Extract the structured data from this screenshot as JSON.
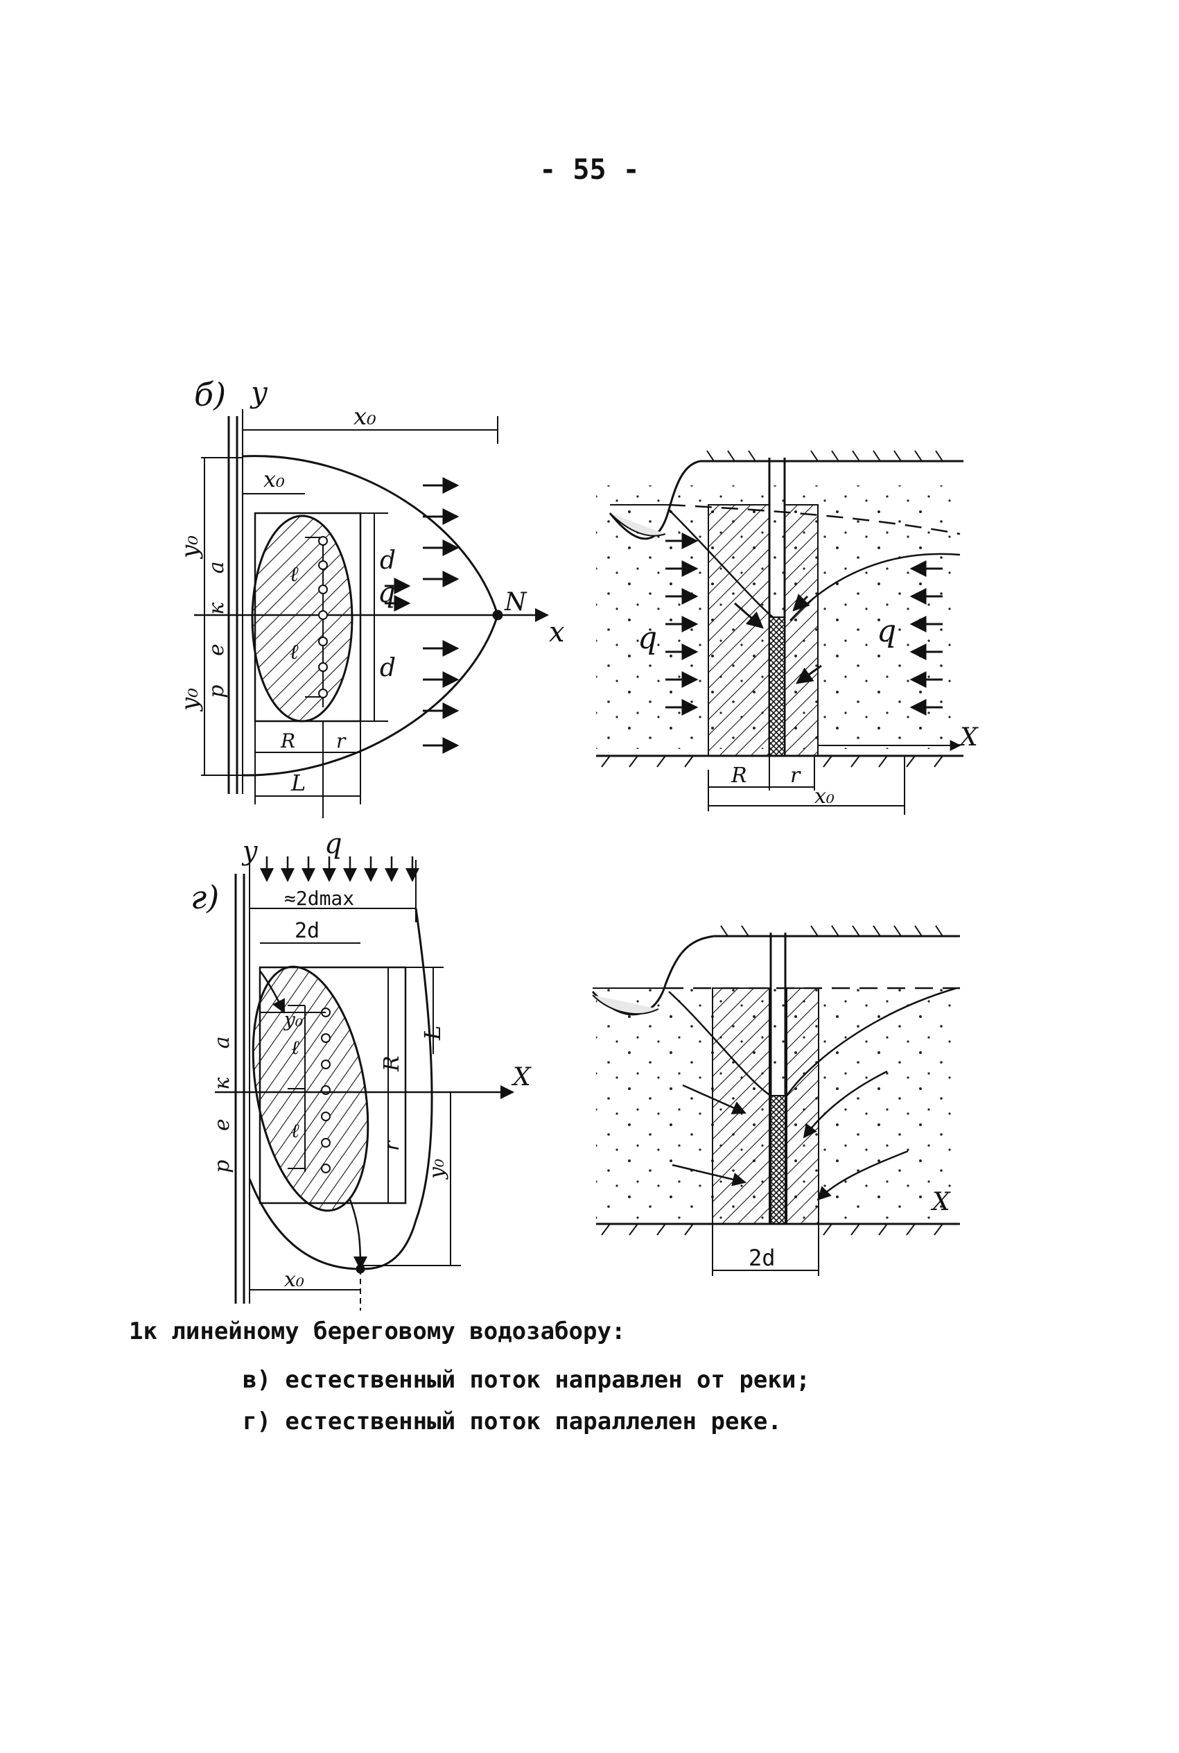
{
  "page": {
    "number": "- 55 -"
  },
  "figure": {
    "panel_v": {
      "marker": "б)",
      "axis_y": "y",
      "axis_x": "x",
      "dim_top": "x₀",
      "dim_xo": "x₀",
      "dim_y_upper": "y₀",
      "dim_y_lower": "y₀",
      "river": "р е к а",
      "d_upper": "d",
      "d_lower": "d",
      "flow": "q",
      "point": "N",
      "dim_R": "R",
      "dim_r": "r",
      "dim_L": "L",
      "l_upper": "ℓ",
      "l_lower": "ℓ"
    },
    "section_v": {
      "flow_left": "q",
      "flow_right": "q",
      "axis_x": "X",
      "dim_R": "R",
      "dim_r": "r",
      "dim_x": "x₀"
    },
    "panel_g": {
      "marker": "г)",
      "axis_y": "y",
      "axis_x": "X",
      "flow": "q",
      "dim_2dmax": "≈2dmax",
      "dim_2d": "2d",
      "dim_yo": "y₀",
      "river": "р е к а",
      "dim_R": "R",
      "dim_L": "L",
      "dim_r": "r",
      "dim_yb": "y₀",
      "dim_xb": "x₀",
      "l_upper": "ℓ",
      "l_lower": "ℓ"
    },
    "section_g": {
      "axis_x": "X",
      "dim_2d": "2d"
    }
  },
  "caption": {
    "line1": "1к линейному береговому водозабору:",
    "line2": "в) естественный поток направлен от реки;",
    "line3": "г) естественный поток параллелен реке."
  }
}
